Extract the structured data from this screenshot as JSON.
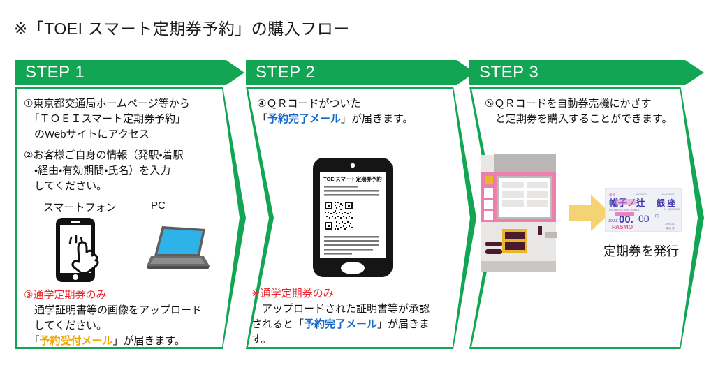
{
  "page": {
    "title": "※「TOEI スマート定期券予約」の購入フロー",
    "accent_green": "#12a654",
    "red": "#e8262b",
    "orange": "#f0a500",
    "blue": "#1668c8",
    "arrow_yellow": "#f5d272"
  },
  "steps": [
    {
      "header": "STEP 1",
      "items": [
        {
          "number": "①",
          "lines": [
            "①東京都交通局ホームページ等から",
            "　「ＴＯＥＩスマート定期券予約」",
            "　のWebサイトにアクセス"
          ]
        },
        {
          "number": "②",
          "lines": [
            "②お客様ご自身の情報（発駅・着駅",
            "　・経由・有効期間・氏名）を入力",
            "　してください。"
          ]
        }
      ],
      "devices": [
        {
          "label": "スマートフォン",
          "icon": "smartphone-tap-icon"
        },
        {
          "label": "PC",
          "icon": "laptop-icon"
        }
      ],
      "note": {
        "heading": "③通学定期券のみ",
        "line1": "　通学証明書等の画像をアップロード",
        "line2": "　してください。",
        "line3_pre": "　「",
        "line3_em": "予約受付メール",
        "line3_post": "」が届きます。"
      }
    },
    {
      "header": "STEP 2",
      "top": {
        "line1": "④ＱＲコードがついた",
        "line2_pre": "「",
        "line2_em": "予約完了メール",
        "line2_post": "」が届きます。"
      },
      "phone": {
        "screen_title": "TOEIスマート定期券予約",
        "icon": "qr-code-icon"
      },
      "note": {
        "heading": "※通学定期券のみ",
        "line1": "　アップロードされた証明書等が承認",
        "line2_pre": "されると「",
        "line2_em": "予約完了メール",
        "line2_post": "」が届きま",
        "line3": "す。"
      }
    },
    {
      "header": "STEP 3",
      "top": {
        "line1": "⑤ＱＲコードを自動券売機にかざす",
        "line2": "　と定期券を購入することができます。"
      },
      "machine": {
        "icon": "ticket-vending-machine-icon",
        "pink": "#ec7fad",
        "body_gray": "#e7e4e2",
        "gold": "#e8b52c",
        "slot_dark": "#4a1b2e"
      },
      "arrow": {
        "icon": "right-arrow-icon"
      },
      "ticket": {
        "icon": "commuter-pass-ticket-icon",
        "from": "帷子ノ辻",
        "to": "銀座",
        "amount_a": "00",
        "amount_b": "00",
        "brand": "PASMO",
        "serial": "No.00000"
      },
      "caption": "定期券を発行"
    }
  ]
}
